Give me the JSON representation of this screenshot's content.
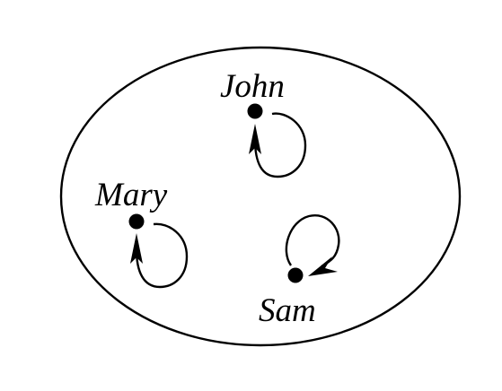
{
  "diagram": {
    "nodes": [
      {
        "id": "john",
        "label": "John"
      },
      {
        "id": "mary",
        "label": "Mary"
      },
      {
        "id": "sam",
        "label": "Sam"
      }
    ]
  }
}
